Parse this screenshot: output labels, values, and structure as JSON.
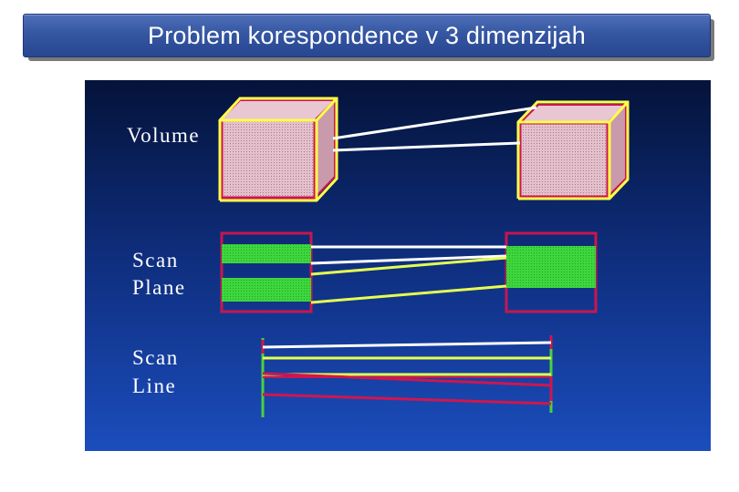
{
  "title": "Problem korespondence v 3 dimenzijah",
  "labels": {
    "volume": "Volume",
    "scan_plane_1": "Scan",
    "scan_plane_2": "Plane",
    "scan_line_1": "Scan",
    "scan_line_2": "Line"
  },
  "colors": {
    "background_top": "#04133a",
    "background_bottom": "#1b4dbd",
    "title_bar": "#3556a2",
    "cube_outline": "#ffff4a",
    "cube_fill": "#d8aab8",
    "cube_border": "#c8164e",
    "plane_fill": "#35d135",
    "white_line": "#ffffff",
    "yellow_line": "#e6ff50",
    "red_line": "#d0164e",
    "green_marker": "#4bd13b"
  }
}
